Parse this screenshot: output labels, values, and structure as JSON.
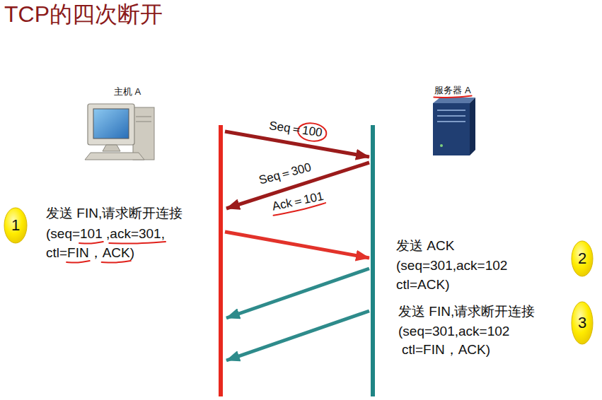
{
  "diagram": {
    "title": "TCP的四次断开",
    "nodes": [
      {
        "text": [
          "1"
        ]
      },
      {
        "text": [
          "2"
        ]
      },
      {
        "text": [
          "3"
        ]
      }
    ],
    "labels": [
      "主机 A",
      "服务器 A",
      "Seq＝100",
      "Seq＝300",
      "Ack＝101",
      "发送 FIN,请求断开连接",
      "(seq=101 ,ack=301,",
      "ctl=FIN，ACK)",
      "发送 ACK",
      "(seq=301,ack=102",
      "ctl=ACK)",
      "发送 FIN,请求断开连接",
      "(seq=301,ack=102",
      "ctl=FIN，ACK)"
    ]
  }
}
